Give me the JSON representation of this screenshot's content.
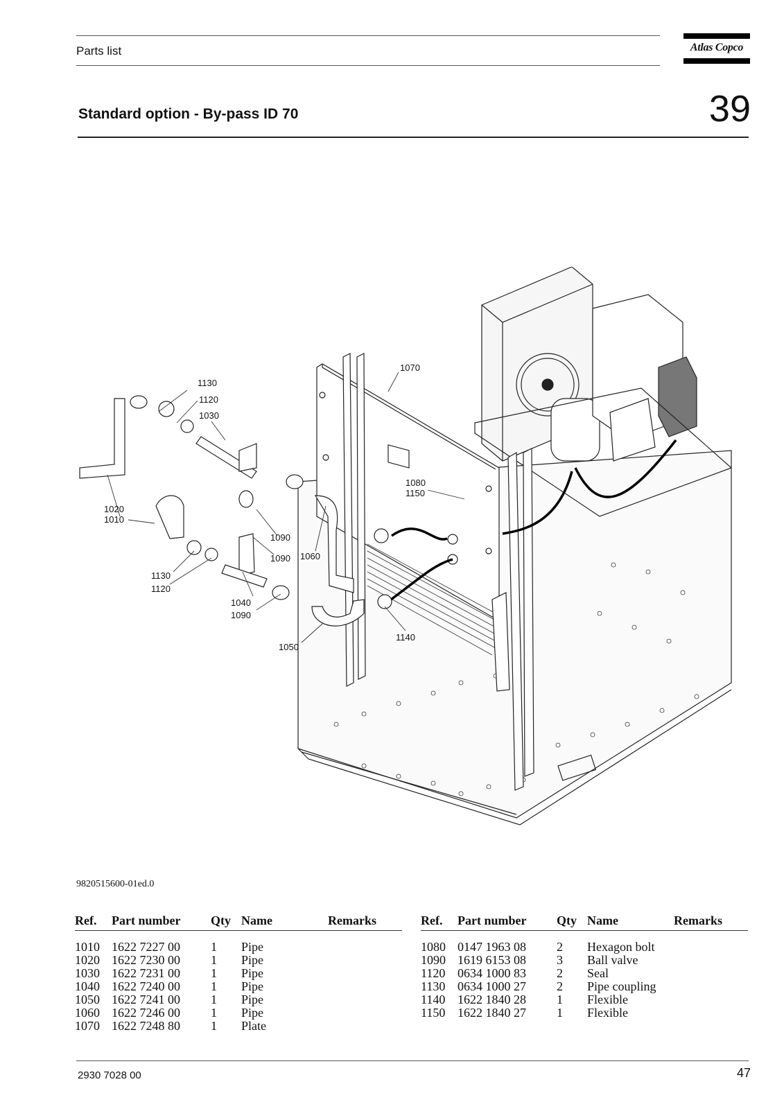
{
  "header": {
    "label": "Parts list",
    "brand": "Atlas Copco"
  },
  "section": {
    "title": "Standard option - By-pass ID 70",
    "number": "39"
  },
  "diagram": {
    "callouts": [
      "1130",
      "1120",
      "1030",
      "1070",
      "1020",
      "1010",
      "1080",
      "1150",
      "1090",
      "1090",
      "1060",
      "1130",
      "1120",
      "1040",
      "1090",
      "1140",
      "1050"
    ]
  },
  "doc_id": "9820515600-01ed.0",
  "table": {
    "headers": {
      "ref": "Ref.",
      "part": "Part number",
      "qty": "Qty",
      "name": "Name",
      "remarks": "Remarks"
    },
    "left": [
      {
        "ref": "1010",
        "part": "1622 7227 00",
        "qty": "1",
        "name": "Pipe",
        "remarks": ""
      },
      {
        "ref": "1020",
        "part": "1622 7230 00",
        "qty": "1",
        "name": "Pipe",
        "remarks": ""
      },
      {
        "ref": "1030",
        "part": "1622 7231 00",
        "qty": "1",
        "name": "Pipe",
        "remarks": ""
      },
      {
        "ref": "1040",
        "part": "1622 7240 00",
        "qty": "1",
        "name": "Pipe",
        "remarks": ""
      },
      {
        "ref": "1050",
        "part": "1622 7241 00",
        "qty": "1",
        "name": "Pipe",
        "remarks": ""
      },
      {
        "ref": "1060",
        "part": "1622 7246 00",
        "qty": "1",
        "name": "Pipe",
        "remarks": ""
      },
      {
        "ref": "1070",
        "part": "1622 7248 80",
        "qty": "1",
        "name": "Plate",
        "remarks": ""
      }
    ],
    "right": [
      {
        "ref": "1080",
        "part": "0147 1963 08",
        "qty": "2",
        "name": "Hexagon bolt",
        "remarks": ""
      },
      {
        "ref": "1090",
        "part": "1619 6153 08",
        "qty": "3",
        "name": "Ball valve",
        "remarks": ""
      },
      {
        "ref": "1120",
        "part": "0634 1000 83",
        "qty": "2",
        "name": "Seal",
        "remarks": ""
      },
      {
        "ref": "1130",
        "part": "0634 1000 27",
        "qty": "2",
        "name": "Pipe coupling",
        "remarks": ""
      },
      {
        "ref": "1140",
        "part": "1622 1840 28",
        "qty": "1",
        "name": "Flexible",
        "remarks": ""
      },
      {
        "ref": "1150",
        "part": "1622 1840 27",
        "qty": "1",
        "name": "Flexible",
        "remarks": ""
      }
    ]
  },
  "footer": {
    "doc_number": "2930 7028 00",
    "page": "47"
  }
}
